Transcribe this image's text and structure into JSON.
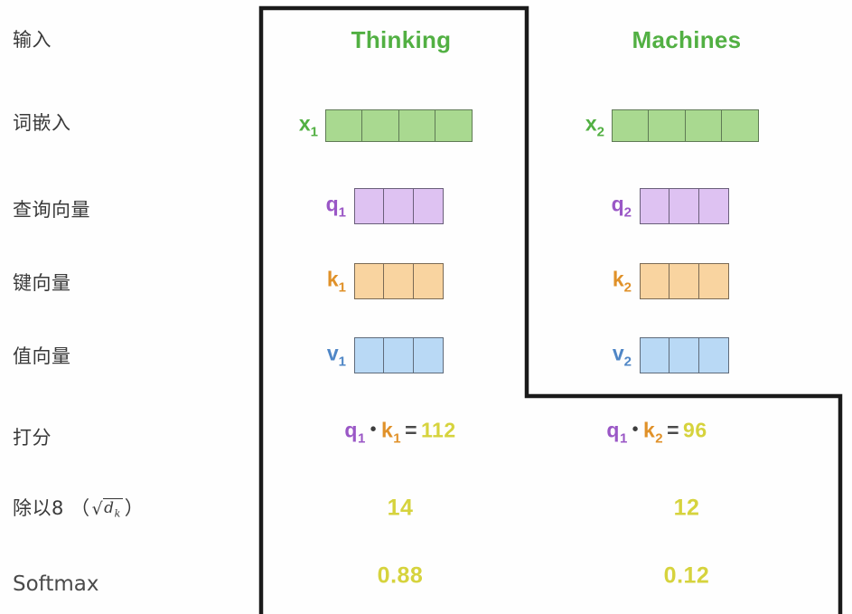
{
  "diagram": {
    "title_tokens": [
      "Thinking",
      "Machines"
    ],
    "accent_colors": {
      "green": "#52b043",
      "purple": "#9a57c6",
      "orange": "#e09129",
      "blue": "#4f86c6",
      "yellow": "#d6d33d",
      "outline": "#1a1a1a"
    }
  },
  "row_labels": [
    {
      "id": "input",
      "text": "输入"
    },
    {
      "id": "embedding",
      "text": "词嵌入"
    },
    {
      "id": "query",
      "text": "查询向量"
    },
    {
      "id": "key",
      "text": "键向量"
    },
    {
      "id": "value",
      "text": "值向量"
    },
    {
      "id": "score",
      "text": "打分"
    },
    {
      "id": "divide",
      "text": "除以8",
      "formula_open": "（",
      "formula_radical": "√",
      "formula_radicand": "d",
      "formula_subscript": "k",
      "formula_close": "）"
    },
    {
      "id": "softmax",
      "text": "Softmax"
    }
  ],
  "columns": [
    {
      "id": "col-1",
      "header": "Thinking",
      "embedding": {
        "label": "x",
        "subscript": "1",
        "cells": 4,
        "color": "green"
      },
      "query": {
        "label": "q",
        "subscript": "1",
        "cells": 3,
        "color": "purple"
      },
      "key": {
        "label": "k",
        "subscript": "1",
        "cells": 3,
        "color": "orange"
      },
      "value": {
        "label": "v",
        "subscript": "1",
        "cells": 3,
        "color": "blue"
      },
      "score": {
        "q_label": "q",
        "q_sub": "1",
        "dot": "•",
        "k_label": "k",
        "k_sub": "1",
        "equals": "=",
        "result": "112"
      },
      "divided": "14",
      "softmax": "0.88"
    },
    {
      "id": "col-2",
      "header": "Machines",
      "embedding": {
        "label": "x",
        "subscript": "2",
        "cells": 4,
        "color": "green"
      },
      "query": {
        "label": "q",
        "subscript": "2",
        "cells": 3,
        "color": "purple"
      },
      "key": {
        "label": "k",
        "subscript": "2",
        "cells": 3,
        "color": "orange"
      },
      "value": {
        "label": "v",
        "subscript": "2",
        "cells": 3,
        "color": "blue"
      },
      "score": {
        "q_label": "q",
        "q_sub": "1",
        "dot": "•",
        "k_label": "k",
        "k_sub": "2",
        "equals": "=",
        "result": "96"
      },
      "divided": "12",
      "softmax": "0.12"
    }
  ]
}
